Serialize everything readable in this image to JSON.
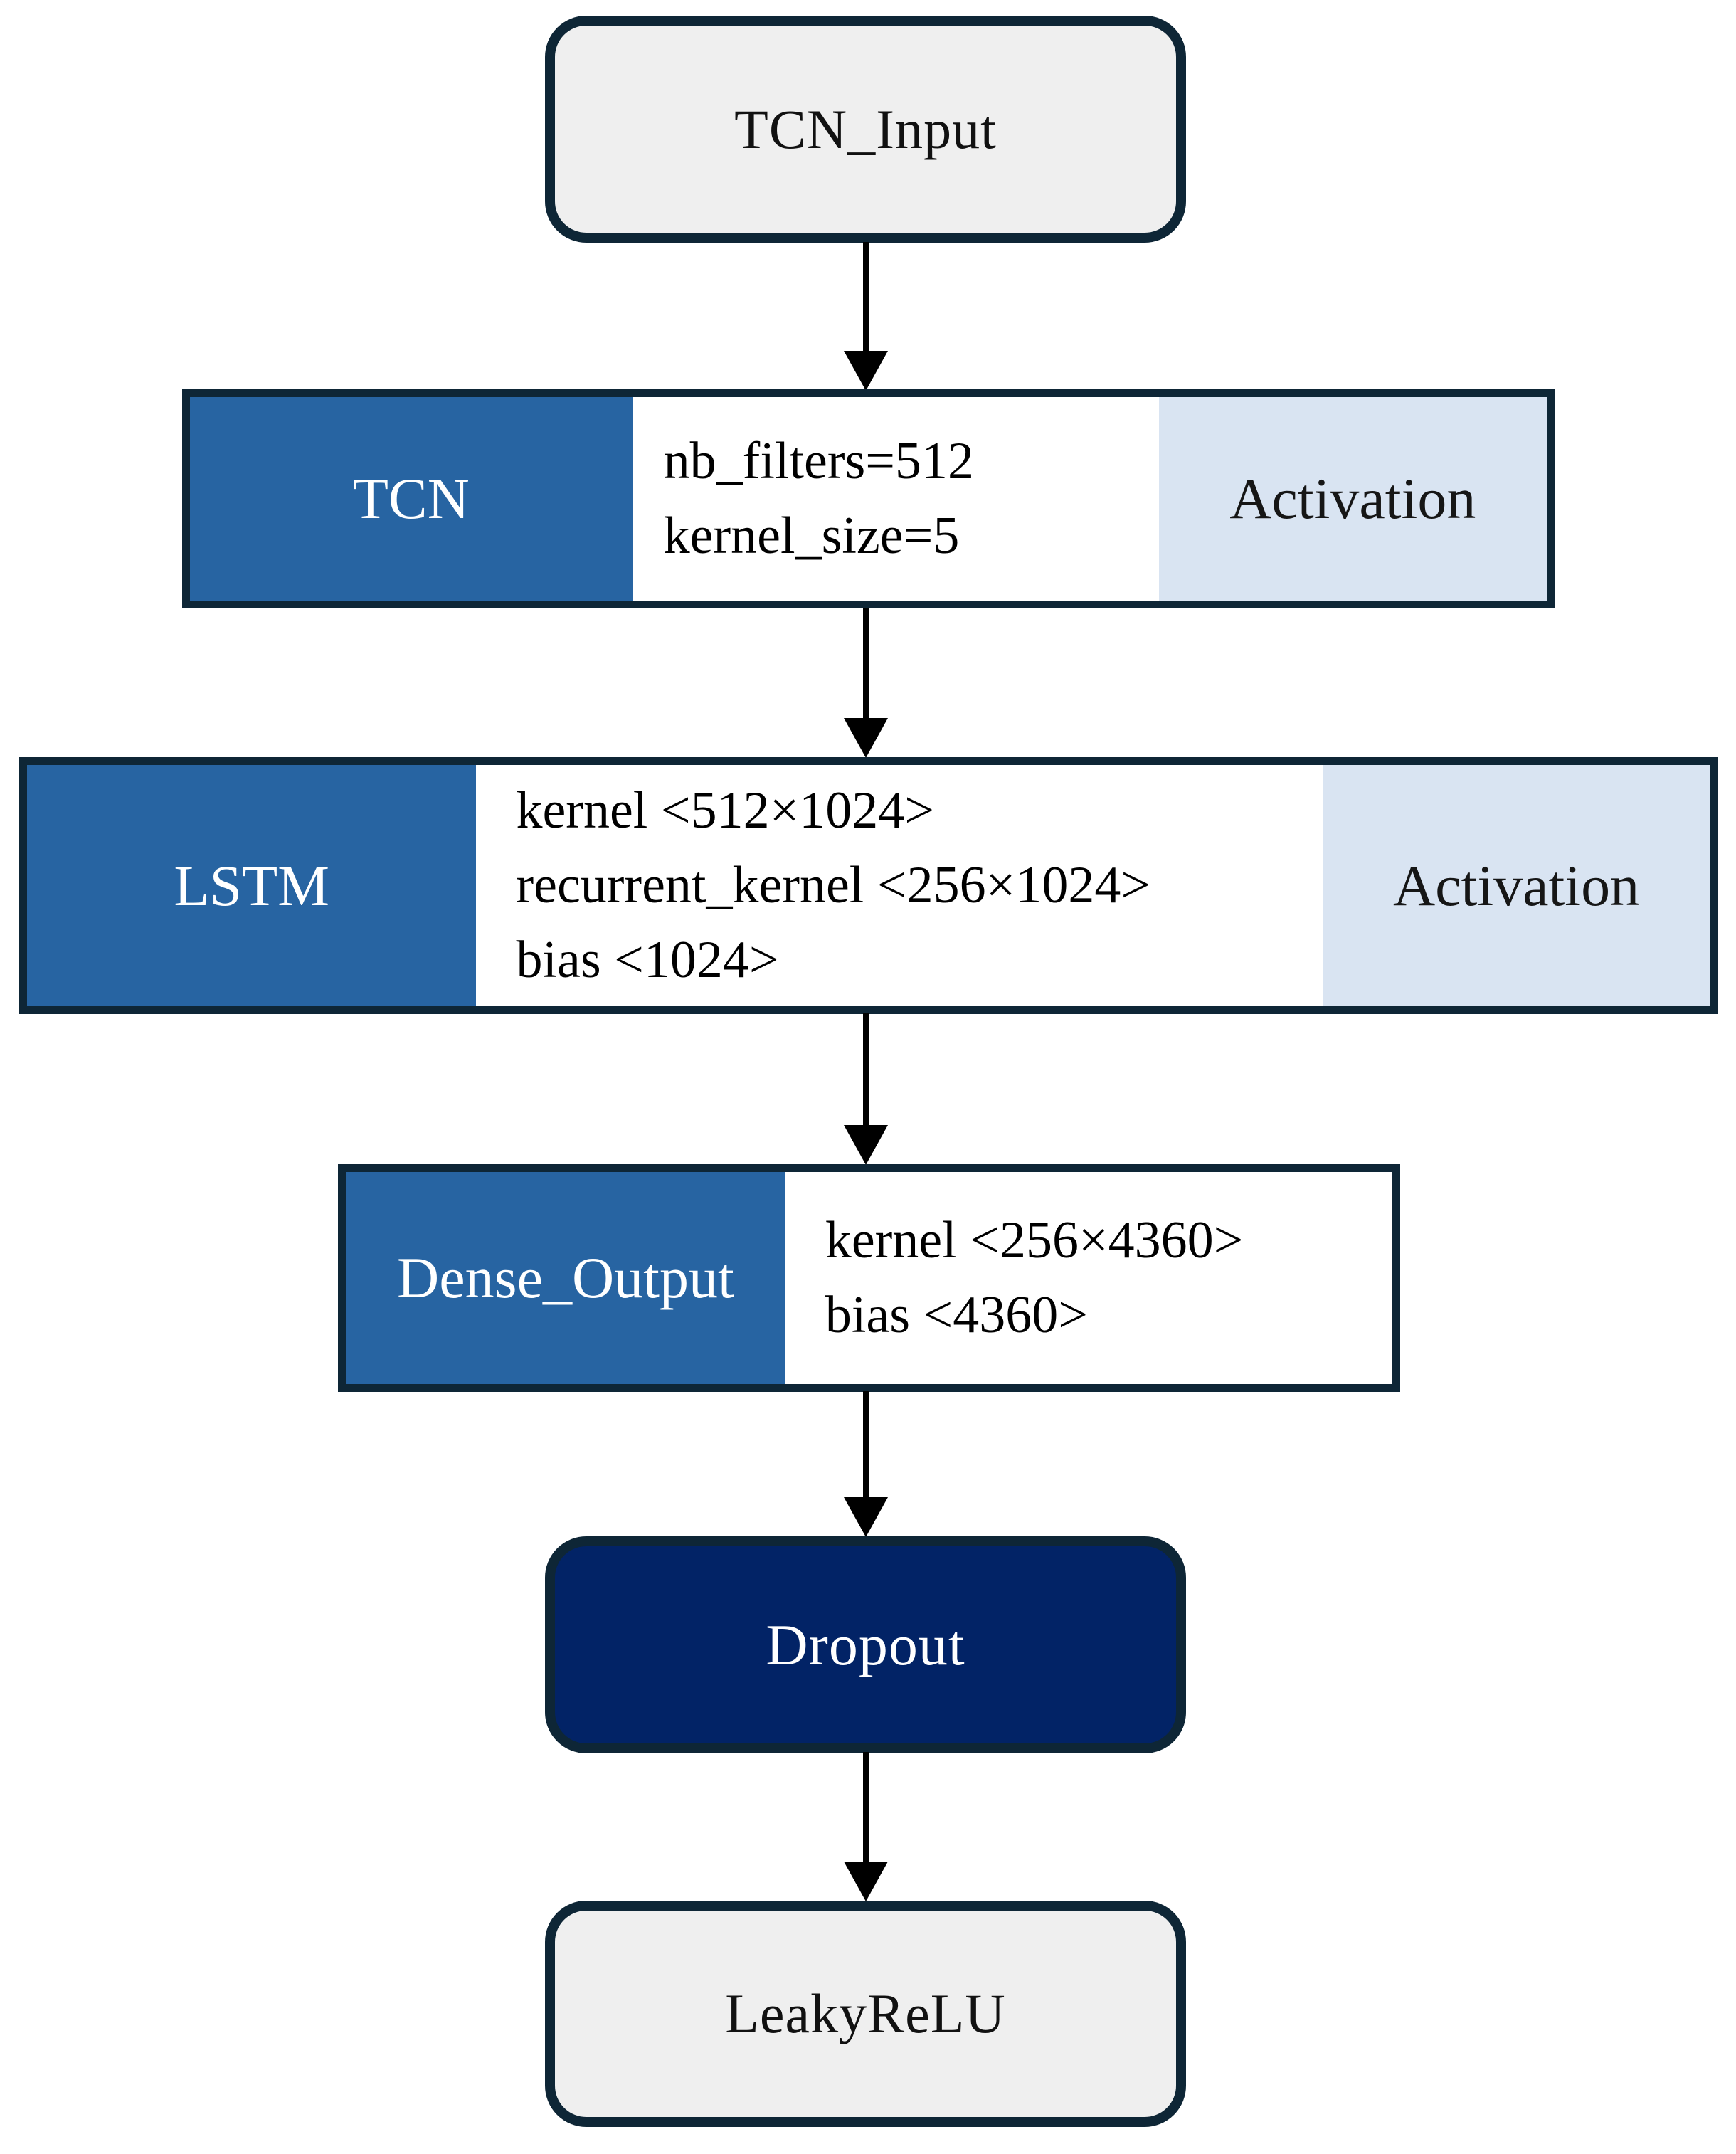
{
  "colors": {
    "blue": "#2764a2",
    "lightblue": "#d9e4f2",
    "navy": "#022366",
    "border": "#0e2636",
    "gray": "#efefef"
  },
  "nodes": {
    "tcn_input": {
      "label": "TCN_Input"
    },
    "tcn": {
      "label": "TCN",
      "params": [
        "nb_filters=512",
        "kernel_size=5"
      ],
      "activation": "Activation"
    },
    "lstm": {
      "label": "LSTM",
      "params": [
        "kernel <512×1024>",
        "recurrent_kernel <256×1024>",
        "bias <1024>"
      ],
      "activation": "Activation"
    },
    "dense_output": {
      "label": "Dense_Output",
      "params": [
        "kernel <256×4360>",
        "bias <4360>"
      ]
    },
    "dropout": {
      "label": "Dropout"
    },
    "leakyrelu": {
      "label": "LeakyReLU"
    }
  }
}
